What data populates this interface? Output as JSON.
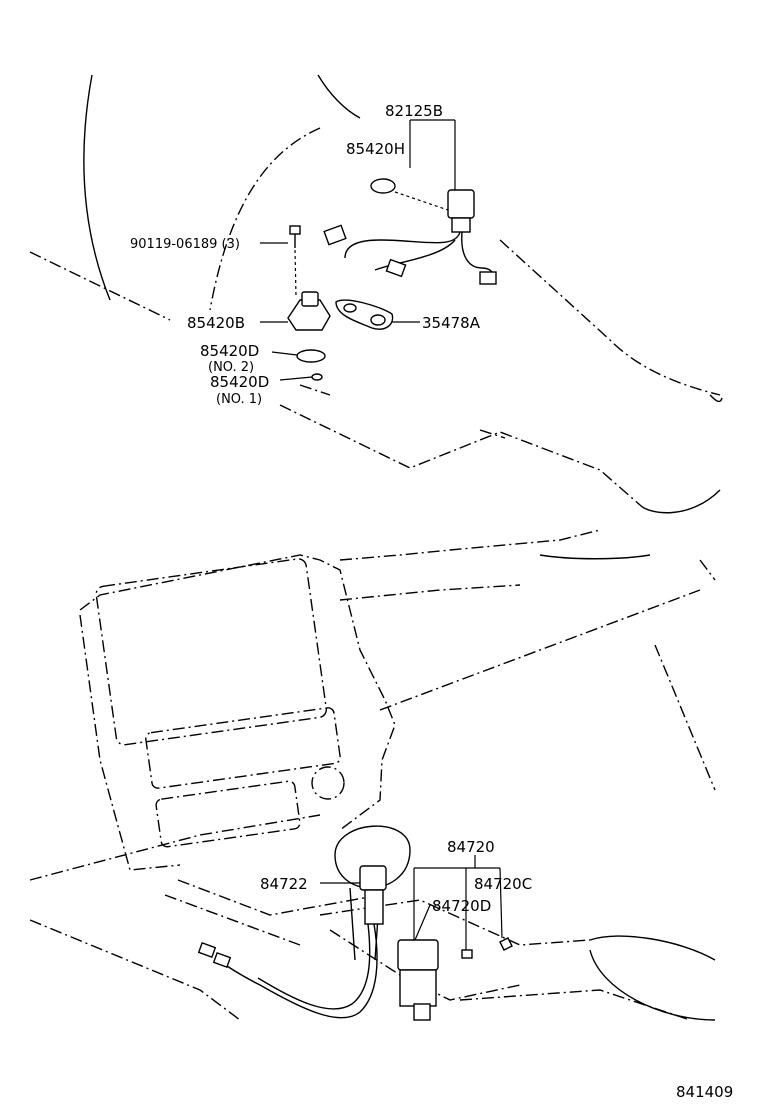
{
  "labels": {
    "p82125B": "82125B",
    "p85420H": "85420H",
    "p90119": "90119-06189 (3)",
    "p85420B": "85420B",
    "p35478A": "35478A",
    "p85420D_a": "85420D",
    "no2": "(NO. 2)",
    "p85420D_b": "85420D",
    "no1": "(NO. 1)",
    "p84720": "84720",
    "p84722": "84722",
    "p84720C": "84720C",
    "p84720D": "84720D",
    "diagram_id": "841409"
  }
}
